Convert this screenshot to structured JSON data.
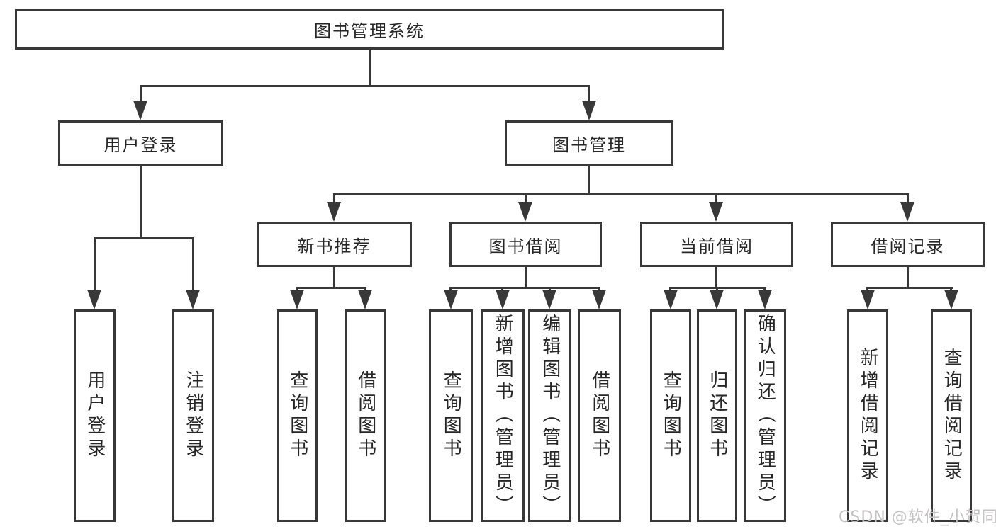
{
  "diagram": {
    "root": {
      "label": "图书管理系统"
    },
    "level2": [
      {
        "label": "用户登录"
      },
      {
        "label": "图书管理"
      }
    ],
    "level3": [
      {
        "label": "新书推荐",
        "parent": "图书管理"
      },
      {
        "label": "图书借阅",
        "parent": "图书管理"
      },
      {
        "label": "当前借阅",
        "parent": "图书管理"
      },
      {
        "label": "借阅记录",
        "parent": "图书管理"
      }
    ],
    "leaves": [
      {
        "label": "用户登录",
        "parent": "用户登录"
      },
      {
        "label": "注销登录",
        "parent": "用户登录"
      },
      {
        "label": "查询图书",
        "parent": "新书推荐"
      },
      {
        "label": "借阅图书",
        "parent": "新书推荐"
      },
      {
        "label": "查询图书",
        "parent": "图书借阅"
      },
      {
        "label": "新增图书（管理员）",
        "parent": "图书借阅"
      },
      {
        "label": "编辑图书（管理员）",
        "parent": "图书借阅"
      },
      {
        "label": "借阅图书",
        "parent": "图书借阅"
      },
      {
        "label": "查询图书",
        "parent": "当前借阅"
      },
      {
        "label": "归还图书",
        "parent": "当前借阅"
      },
      {
        "label": "确认归还（管理员）",
        "parent": "当前借阅"
      },
      {
        "label": "新增借阅记录",
        "parent": "借阅记录"
      },
      {
        "label": "查询借阅记录",
        "parent": "借阅记录"
      }
    ],
    "line_color": "#383838"
  },
  "watermark": {
    "text": "CSDN @软件_小贺同学",
    "color": "#c4c2c2"
  }
}
